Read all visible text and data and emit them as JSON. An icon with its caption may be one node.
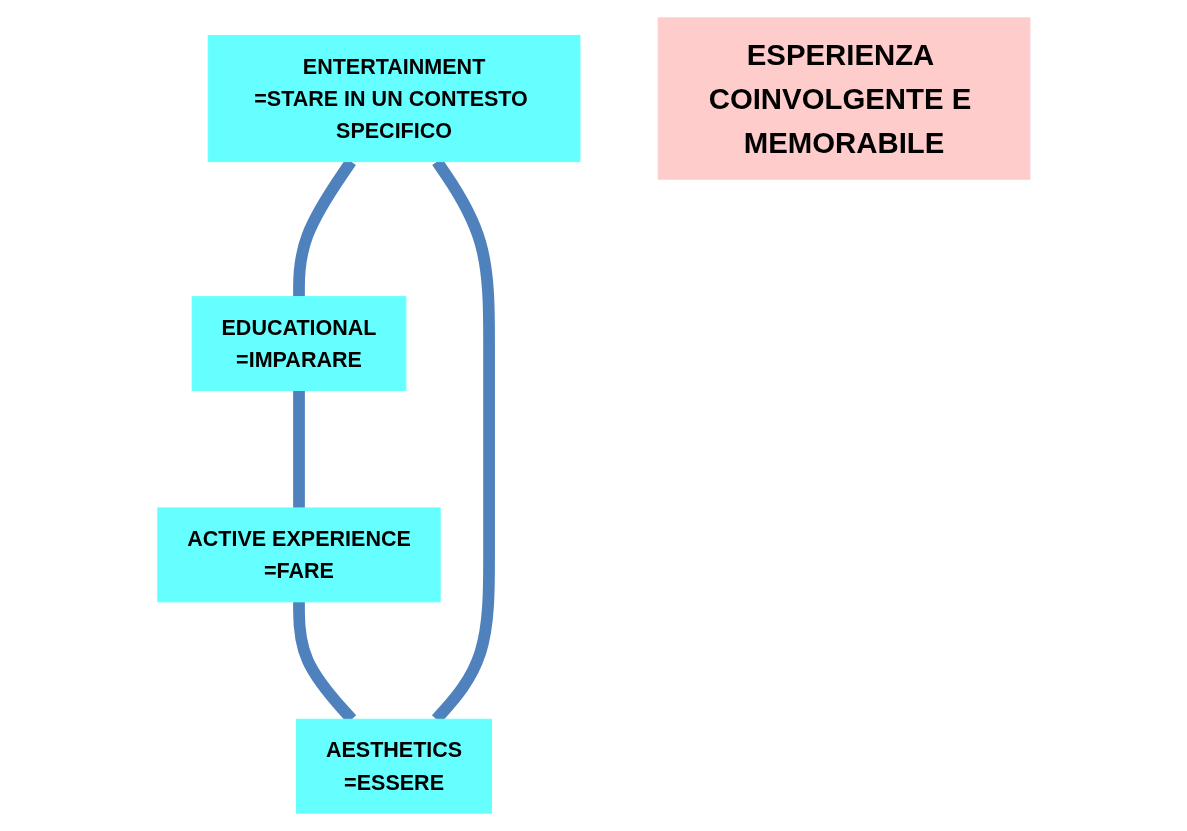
{
  "diagram": {
    "nodes": [
      {
        "text": [
          "ENTERTAINMENT",
          "=STARE IN UN CONTESTO SPECIFICO"
        ]
      },
      {
        "text": [
          "EDUCATIONAL",
          "=IMPARARE"
        ]
      },
      {
        "text": [
          "ESPERIENZA COINVOLGENTE E MEMORABILE"
        ]
      },
      {
        "text": [
          "AESTHETICS",
          "=ESSERE"
        ]
      },
      {
        "text": [
          "ACTIVE EXPERIENCE",
          "=FARE"
        ]
      }
    ],
    "edges": [
      {
        "from": 0,
        "to": 1,
        "arrow": "none"
      },
      {
        "from": 1,
        "to": 4,
        "arrow": "none"
      },
      {
        "from": 4,
        "to": 3,
        "arrow": "none"
      },
      {
        "from": 3,
        "to": 0,
        "arrow": "none"
      }
    ]
  }
}
